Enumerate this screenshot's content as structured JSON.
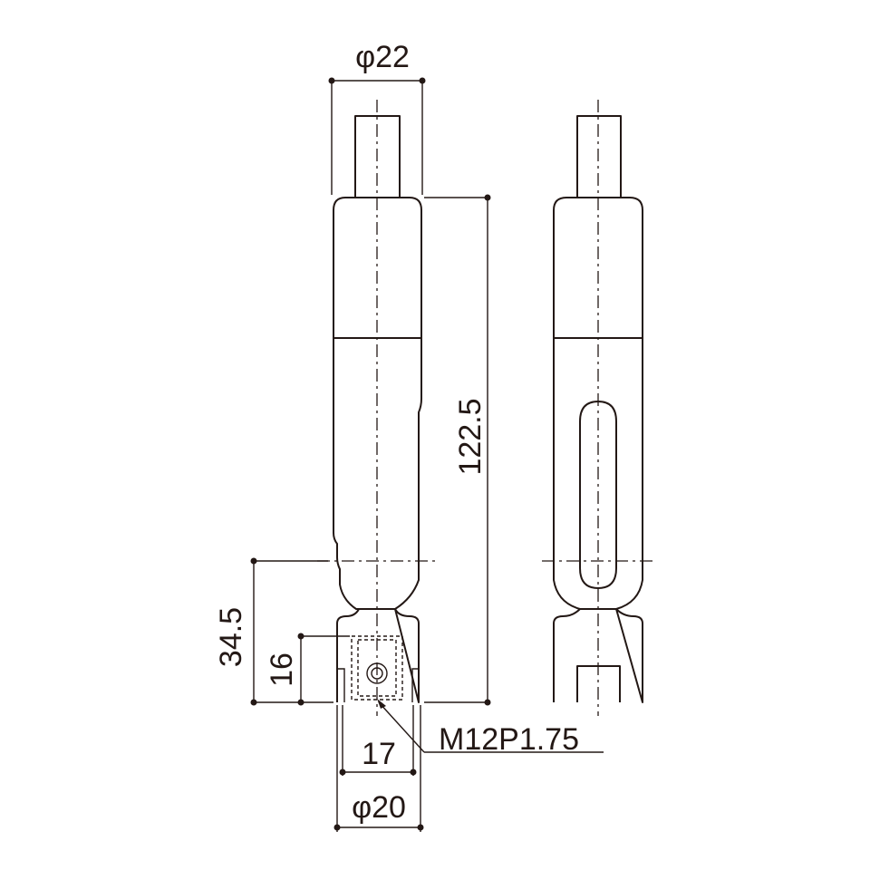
{
  "dimensions": {
    "top_diameter": "φ22",
    "bottom_diameter": "φ20",
    "overall_length": "122.5",
    "upper_offset": "34.5",
    "lower_offset": "16",
    "slot_width": "17",
    "thread_spec": "M12P1.75"
  },
  "colors": {
    "line": "#231815",
    "background": "#ffffff"
  }
}
